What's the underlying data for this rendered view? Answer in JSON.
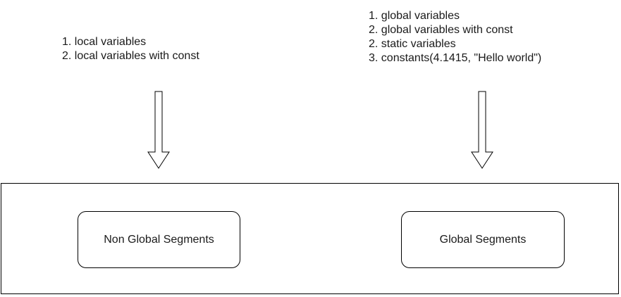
{
  "left_note": {
    "lines": [
      "1. local variables",
      "2. local variables with const"
    ]
  },
  "right_note": {
    "lines": [
      "1. global variables",
      "2. global variables with const",
      "2. static variables",
      "3. constants(4.1415, \"Hello world\")"
    ]
  },
  "segments": {
    "non_global": "Non Global Segments",
    "global": "Global Segments"
  },
  "colors": {
    "stroke": "#000000",
    "text": "#1a1a1a",
    "background": "#ffffff"
  },
  "icons": {
    "arrow": "down-arrow-icon"
  }
}
